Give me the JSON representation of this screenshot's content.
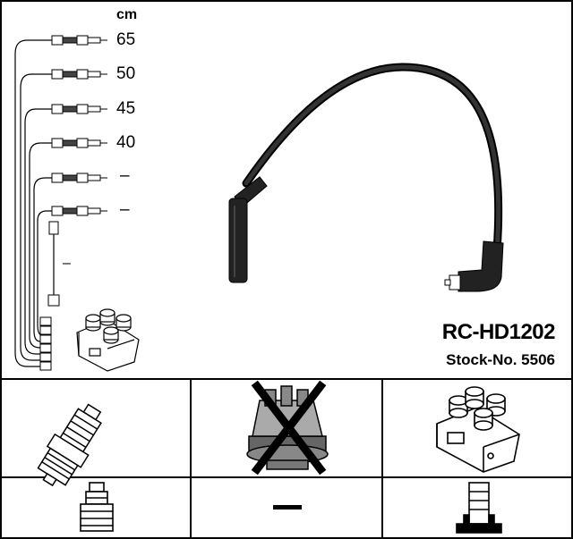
{
  "diagram": {
    "unit": "cm",
    "leads": [
      "65",
      "50",
      "45",
      "40",
      "–",
      "–"
    ],
    "coil_lead_label": "–"
  },
  "product": {
    "code": "RC-HD1202",
    "stock": "Stock-No. 5506"
  },
  "components": [
    {
      "name": "spark-plug",
      "included": true
    },
    {
      "name": "distributor-cap",
      "included": false
    },
    {
      "name": "ignition-coil",
      "included": true
    },
    {
      "name": "plug-boot",
      "included": true
    },
    {
      "name": "no-part",
      "included": false
    },
    {
      "name": "coil-connector",
      "included": true
    }
  ]
}
